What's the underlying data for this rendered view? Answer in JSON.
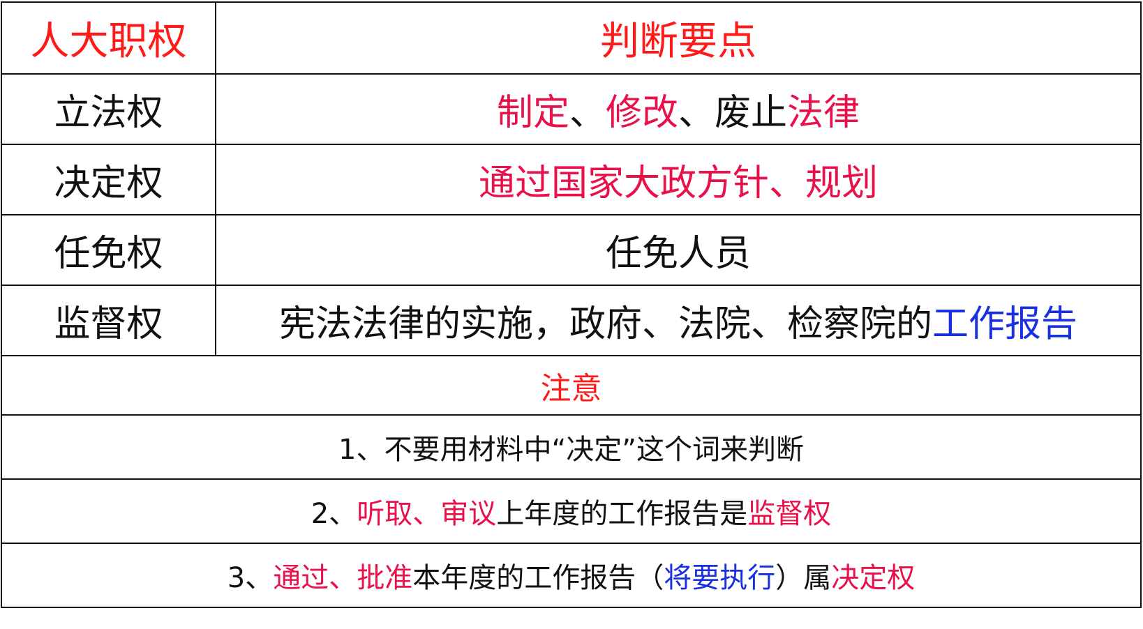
{
  "colors": {
    "header": "#ff1a1a",
    "highlight": "#e8114a",
    "blue": "#1a2fe0",
    "text": "#111111"
  },
  "header": {
    "col1": "人大职权",
    "col2": "判断要点"
  },
  "rows": [
    {
      "name": "立法权",
      "point": [
        {
          "t": "制定",
          "c": "p"
        },
        {
          "t": "、",
          "c": "k"
        },
        {
          "t": "修改",
          "c": "p"
        },
        {
          "t": "、废止",
          "c": "k"
        },
        {
          "t": "法律",
          "c": "p"
        }
      ]
    },
    {
      "name": "决定权",
      "point": [
        {
          "t": "通过国家大政方针、规划",
          "c": "p"
        }
      ]
    },
    {
      "name": "任免权",
      "point": [
        {
          "t": "任免人员",
          "c": "k"
        }
      ]
    },
    {
      "name": "监督权",
      "point": [
        {
          "t": "宪法法律的实施，政府、法院、检察院的",
          "c": "k"
        },
        {
          "t": "工作报告",
          "c": "b"
        }
      ]
    }
  ],
  "notes_title": "注意",
  "notes": [
    [
      {
        "t": "1、不要用材料中“决定”这个词来判断",
        "c": "k"
      }
    ],
    [
      {
        "t": "2、",
        "c": "k"
      },
      {
        "t": "听取、审议",
        "c": "p"
      },
      {
        "t": "上年度的工作报告是",
        "c": "k"
      },
      {
        "t": "监督权",
        "c": "p"
      }
    ],
    [
      {
        "t": "3、",
        "c": "k"
      },
      {
        "t": "通过、批准",
        "c": "p"
      },
      {
        "t": "本年度的工作报告（",
        "c": "k"
      },
      {
        "t": "将要执行",
        "c": "b"
      },
      {
        "t": "）属",
        "c": "k"
      },
      {
        "t": "决定权",
        "c": "p"
      }
    ]
  ]
}
